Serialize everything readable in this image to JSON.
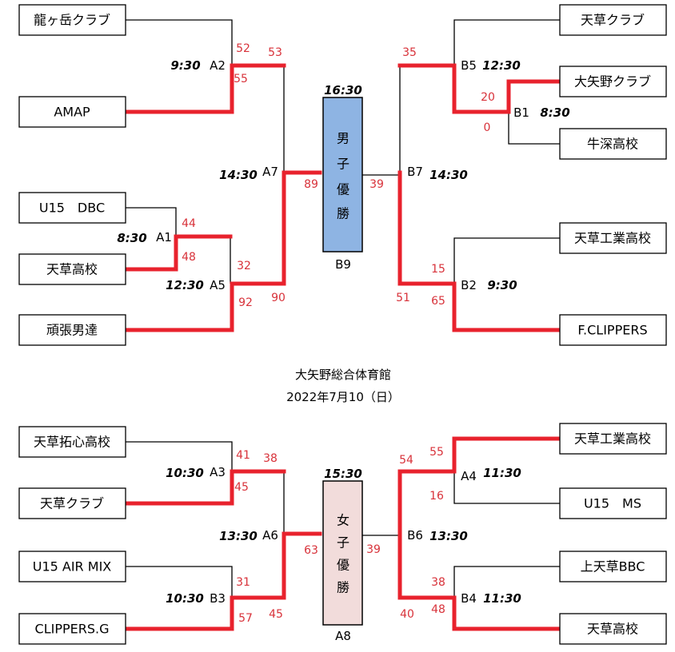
{
  "venue": {
    "name": "大矢野総合体育館",
    "date": "2022年7月10（日）"
  },
  "men": {
    "champion_label": [
      "男",
      "子",
      "優",
      "勝"
    ],
    "champion_code": "B9",
    "champion_time": "16:30",
    "box_color": "#8eb4e3",
    "teams": {
      "t1": "龍ヶ岳クラブ",
      "t2": "AMAP",
      "t3": "U15　DBC",
      "t4": "天草高校",
      "t5": "頑張男達",
      "t6": "天草クラブ",
      "t7": "大矢野クラブ",
      "t8": "牛深高校",
      "t9": "天草工業高校",
      "t10": "F.CLIPPERS"
    },
    "matches": {
      "A1": {
        "code": "A1",
        "time": "8:30",
        "top": "44",
        "bottom": "48"
      },
      "A2": {
        "code": "A2",
        "time": "9:30",
        "top": "52",
        "bottom": "55"
      },
      "A5": {
        "code": "A5",
        "time": "12:30",
        "top": "32",
        "bottom": "92"
      },
      "A7": {
        "code": "A7",
        "time": "14:30",
        "top": "53",
        "bottom": "90"
      },
      "B1": {
        "code": "B1",
        "time": "8:30",
        "top": "20",
        "bottom": "0"
      },
      "B5": {
        "code": "B5",
        "time": "12:30",
        "top": "35"
      },
      "B2": {
        "code": "B2",
        "time": "9:30",
        "top": "15",
        "bottom": "65"
      },
      "B7": {
        "code": "B7",
        "time": "14:30",
        "bottom": "51"
      },
      "F": {
        "left": "89",
        "right": "39"
      }
    }
  },
  "women": {
    "champion_label": [
      "女",
      "子",
      "優",
      "勝"
    ],
    "champion_code": "A8",
    "champion_time": "15:30",
    "box_color": "#f2dcdb",
    "teams": {
      "t1": "天草拓心高校",
      "t2": "天草クラブ",
      "t3": "U15 AIR MIX",
      "t4": "CLIPPERS.G",
      "t5": "天草工業高校",
      "t6": "U15　MS",
      "t7": "上天草BBC",
      "t8": "天草高校"
    },
    "matches": {
      "A3": {
        "code": "A3",
        "time": "10:30",
        "top": "41",
        "bottom": "45"
      },
      "B3": {
        "code": "B3",
        "time": "10:30",
        "top": "31",
        "bottom": "57"
      },
      "A6": {
        "code": "A6",
        "time": "13:30",
        "top": "38",
        "bottom": "45"
      },
      "A4": {
        "code": "A4",
        "time": "11:30",
        "top": "55",
        "bottom": "16"
      },
      "B4": {
        "code": "B4",
        "time": "11:30",
        "top": "38",
        "bottom": "48"
      },
      "B6": {
        "code": "B6",
        "time": "13:30",
        "top": "54",
        "bottom": "40"
      },
      "F": {
        "left": "63",
        "right": "39"
      }
    }
  },
  "colors": {
    "winner_line": "#e8222d",
    "score_text": "#d8323a"
  }
}
